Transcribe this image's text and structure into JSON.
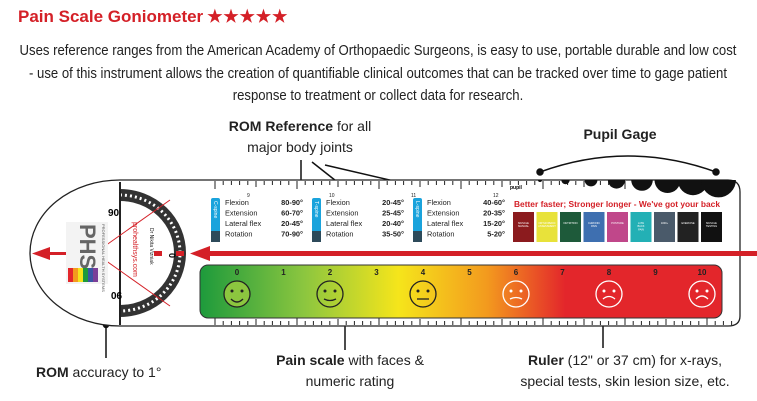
{
  "title": "Pain Scale Goniometer",
  "rating_stars": "★★★★★",
  "description": "Uses reference ranges from the American Academy of Orthopaedic Surgeons, is easy to use, portable durable and low cost - use of this instrument allows the creation of quantifiable clinical outcomes that can be tracked over time to gage patient response to treatment or collect data for research.",
  "callouts": {
    "rom_reference": {
      "bold": "ROM Reference",
      "rest1": " for all",
      "rest2": "major body joints"
    },
    "pupil_gage": {
      "bold": "Pupil Gage"
    },
    "rom_accuracy": {
      "bold": "ROM",
      "rest": " accuracy to 1°"
    },
    "pain_scale": {
      "bold": "Pain scale",
      "rest1": " with faces &",
      "rest2": "numeric rating"
    },
    "ruler": {
      "bold": "Ruler",
      "rest1": " (12\" or 37 cm) for x-rays,",
      "rest2": "special tests, skin lesion size, etc."
    }
  },
  "rom_tables": [
    {
      "label": "C-spine",
      "rows": [
        [
          "Flexion",
          "80-90°"
        ],
        [
          "Extension",
          "60-70°"
        ],
        [
          "Lateral flex",
          "20-45°"
        ],
        [
          "Rotation",
          "70-90°"
        ]
      ]
    },
    {
      "label": "T-spine",
      "rows": [
        [
          "Flexion",
          "20-45°"
        ],
        [
          "Extension",
          "25-45°"
        ],
        [
          "Lateral flex",
          "20-40°"
        ],
        [
          "Rotation",
          "35-50°"
        ]
      ]
    },
    {
      "label": "L-spine",
      "rows": [
        [
          "Flexion",
          "40-60°"
        ],
        [
          "Extension",
          "20-35°"
        ],
        [
          "Lateral flex",
          "15-20°"
        ],
        [
          "Rotation",
          "5-20°"
        ]
      ]
    }
  ],
  "ruler_labels": [
    "9",
    "10",
    "11",
    "12"
  ],
  "pupil_label": "pupil",
  "tagline": "Better faster; Stronger longer - We've got your back",
  "book_titles": [
    "MUSCLE MANUAL",
    "ORTHOPEDIC ASSESSMENT",
    "NUTRITION",
    "CHRONIC PAIN",
    "POSTURE",
    "LOW BACK PAIN",
    "1000+",
    "EXERCISE",
    "MUSCLE TESTING"
  ],
  "goniometer": {
    "top_label": "90",
    "bottom_label": "90",
    "zero_label": "0",
    "logo": "PHS",
    "logo_sub": "PROFESSIONAL HEALTH SYSTEMS",
    "website": "prohealthsys.com",
    "author": "Dr Nikita Vizniak"
  },
  "pain_scale_numbers": [
    "0",
    "1",
    "2",
    "3",
    "4",
    "5",
    "6",
    "7",
    "8",
    "9",
    "10"
  ],
  "colors": {
    "accent": "#d42027",
    "pain_low": "#1d9a3c",
    "pain_mid": "#f5e51b",
    "pain_high": "#e3262b",
    "spine_badge": "#1aa3dc"
  }
}
